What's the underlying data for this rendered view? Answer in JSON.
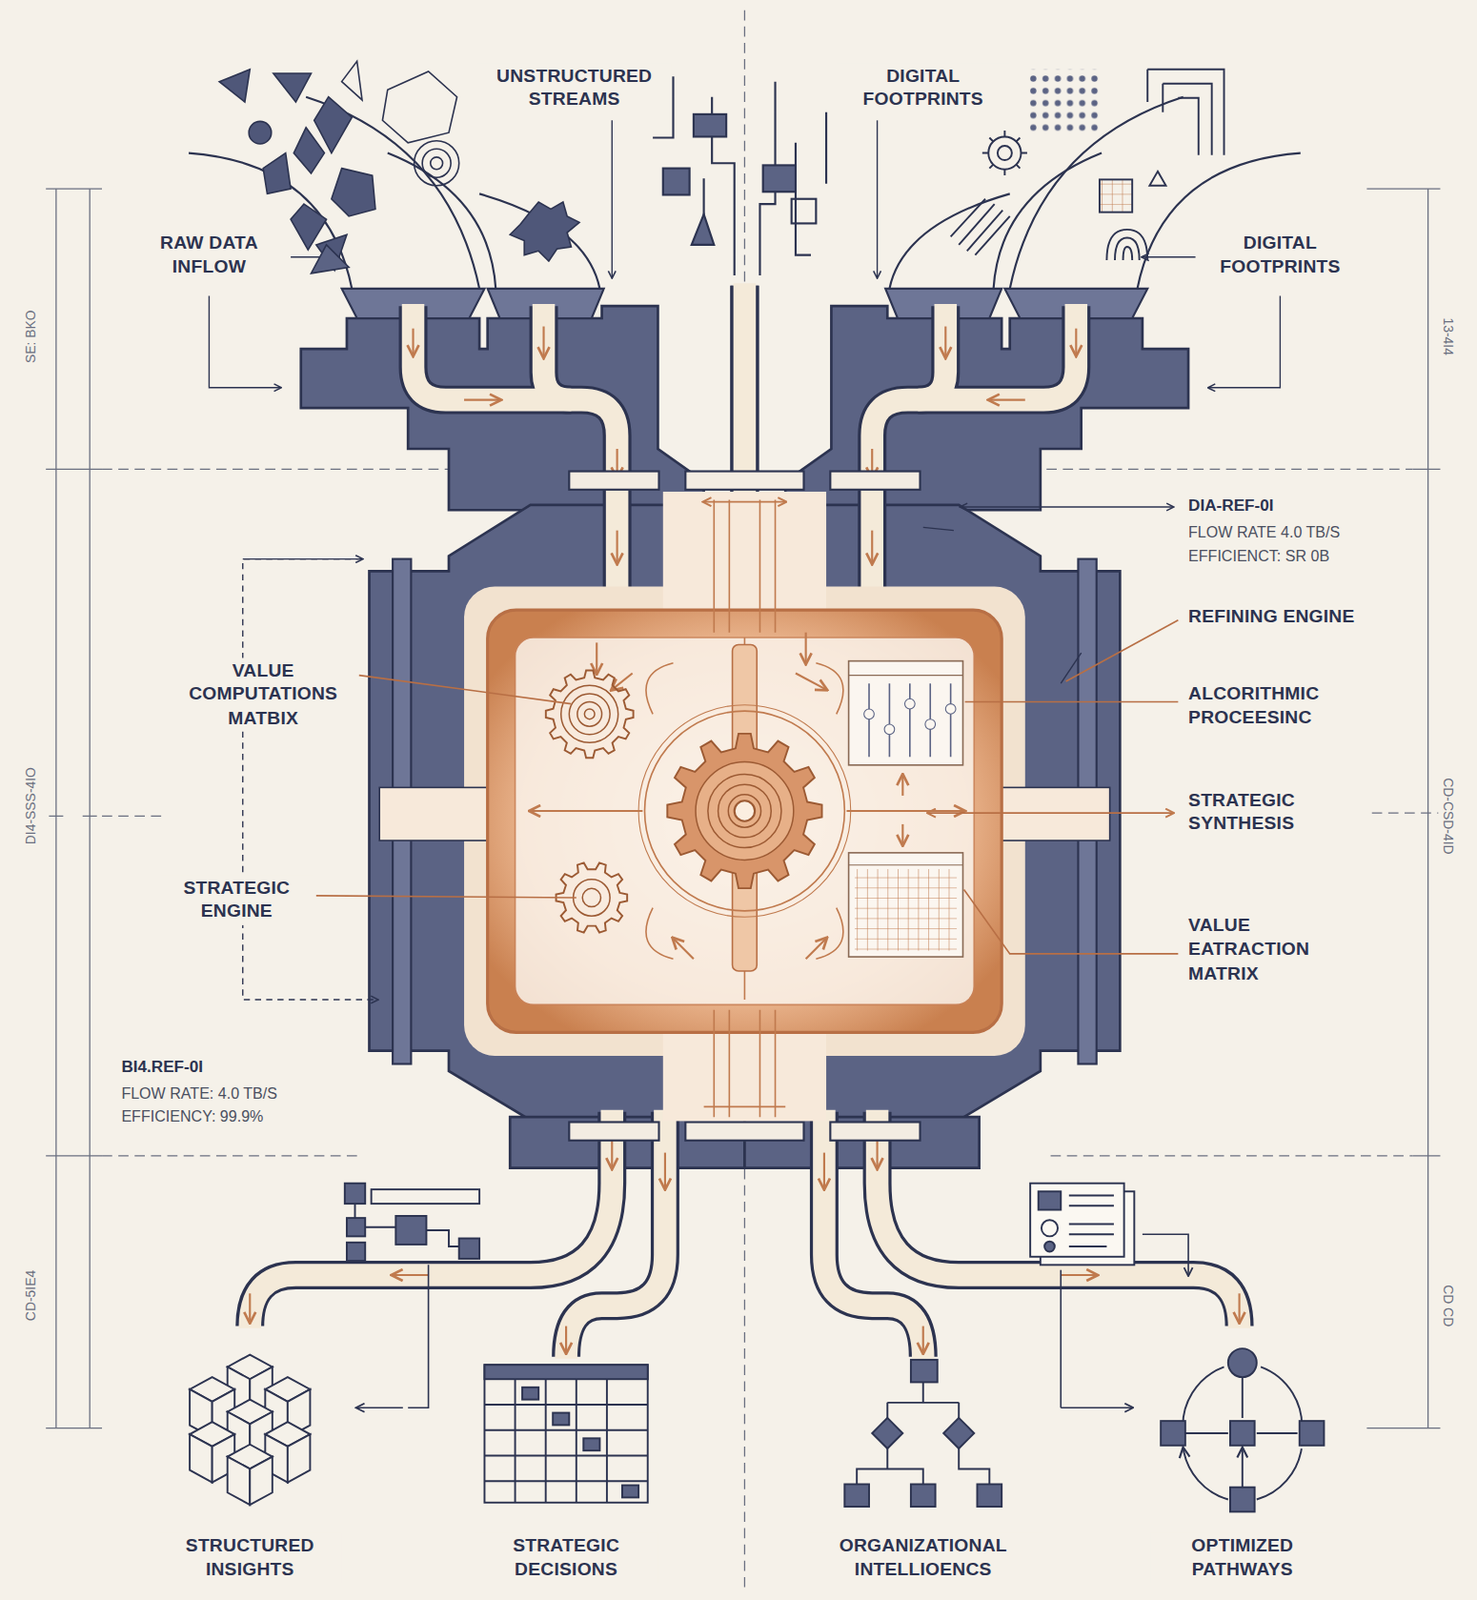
{
  "diagram": {
    "labels": [
      "UNSTRUCTURED STREAMS",
      "DIGITAL FOOTPRINTS",
      "RAW DATA INFLOW",
      "DIGITAL FOOTPRINTS",
      "DIA-REF-0I",
      "FLOW RATE 4.0 TB/S",
      "EFFICIENCT: SR 0B",
      "REFINING ENGINE",
      "ALCORITHMIC PROCEESINC",
      "STRATEGIC SYNTHESIS",
      "VALUE EATRACTION MATRIX",
      "VALUE COMPUTATIONS MATBIX",
      "STRATEGIC ENGINE",
      "BI4.REF-0I",
      "FLOW RATE: 4.0 TB/S",
      "EFFICIENCY: 99.9%",
      "STRUCTURED INSIGHTS",
      "STRATEGIC DECISIONS",
      "ORGANIZATIONAL INTELLIOENCS",
      "OPTIMIZED PATHWAYS",
      "SE: BKO",
      "DI4-SSS-4IO",
      "CD-5IE4",
      "13-4I4",
      "CD-CSD-4ID",
      "CD CD"
    ]
  }
}
